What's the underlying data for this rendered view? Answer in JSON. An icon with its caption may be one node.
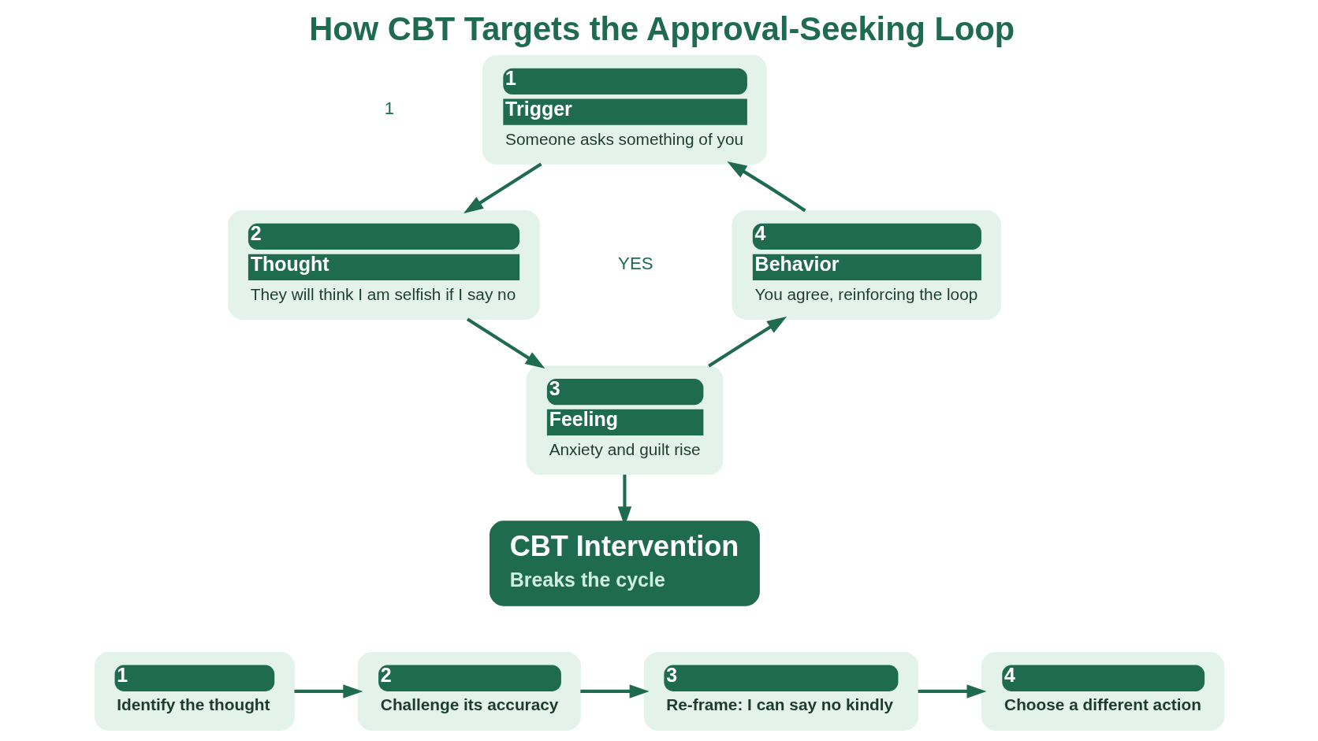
{
  "diagram": {
    "title": "How CBT Targets the Approval-Seeking Loop",
    "nodes": [
      {
        "text": [
          "1",
          "Trigger",
          "Someone asks something of you"
        ]
      },
      {
        "text": [
          "2",
          "Thought",
          "They will think I am selfish if I say no"
        ]
      },
      {
        "text": [
          "3",
          "Feeling",
          "Anxiety and guilt rise"
        ]
      },
      {
        "text": [
          "4",
          "Behavior",
          "You agree, reinforcing the loop"
        ]
      },
      {
        "text": [
          "CBT Intervention",
          "Breaks the cycle"
        ]
      },
      {
        "text": [
          "1",
          "Identify the thought"
        ]
      },
      {
        "text": [
          "2",
          "Challenge its accuracy"
        ]
      },
      {
        "text": [
          "3",
          "Re-frame: I can say no kindly"
        ]
      },
      {
        "text": [
          "4",
          "Choose a different action"
        ]
      }
    ],
    "edges": [
      {
        "from": 0,
        "to": 1,
        "arrow": "to"
      },
      {
        "from": 1,
        "to": 2,
        "arrow": "to"
      },
      {
        "from": 2,
        "to": 3,
        "arrow": "to"
      },
      {
        "from": 3,
        "to": 0,
        "arrow": "to"
      },
      {
        "from": 2,
        "to": 4,
        "arrow": "to"
      },
      {
        "from": 5,
        "to": 6,
        "arrow": "to"
      },
      {
        "from": 6,
        "to": 7,
        "arrow": "to"
      },
      {
        "from": 7,
        "to": 8,
        "arrow": "to"
      }
    ],
    "labels": [
      "1",
      "YES"
    ]
  }
}
